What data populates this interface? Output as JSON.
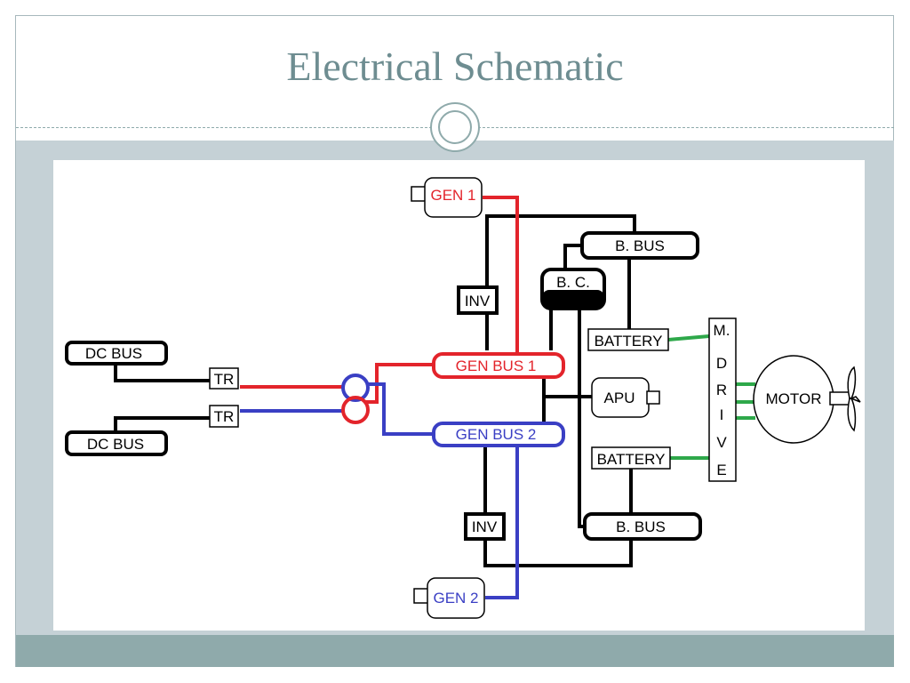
{
  "slide": {
    "title": "Electrical Schematic"
  },
  "diagram": {
    "gen1": "GEN 1",
    "gen2": "GEN 2",
    "inv_top": "INV",
    "inv_bottom": "INV",
    "b_bus_top": "B. BUS",
    "b_bus_bottom": "B. BUS",
    "bc": "B. C.",
    "battery_top": "BATTERY",
    "battery_bottom": "BATTERY",
    "gen_bus_1": "GEN BUS 1",
    "gen_bus_2": "GEN BUS 2",
    "apu": "APU",
    "dc_bus_top": "DC BUS",
    "dc_bus_bottom": "DC BUS",
    "tr_top": "TR",
    "tr_bottom": "TR",
    "m_drive_letters": [
      "M.",
      "D",
      "R",
      "I",
      "V",
      "E"
    ],
    "motor": "MOTOR"
  },
  "colors": {
    "gen1_line": "#e3242b",
    "gen2_line": "#3a3fc4",
    "battery_link": "#2ea84a",
    "wire": "#000000",
    "title": "#6e8d91",
    "band": "#c5d1d6",
    "footer": "#8faaab"
  }
}
